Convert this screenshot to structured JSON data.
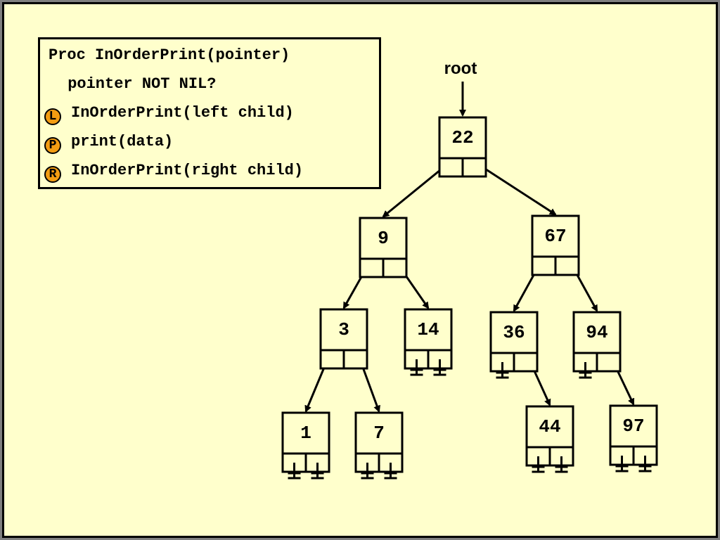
{
  "code": {
    "lines": [
      "Proc InOrderPrint(pointer)",
      " pointer NOT NIL?",
      "InOrderPrint(left child)",
      "print(data)",
      "InOrderPrint(right child)"
    ],
    "badges": [
      "L",
      "P",
      "R"
    ],
    "badge_color": "#f39c12"
  },
  "tree": {
    "root_label": "root",
    "nodes": [
      {
        "id": "n22",
        "value": "22",
        "left": "n9",
        "right": "n67"
      },
      {
        "id": "n9",
        "value": "9",
        "left": "n3",
        "right": "n14"
      },
      {
        "id": "n67",
        "value": "67",
        "left": "n36",
        "right": "n94"
      },
      {
        "id": "n3",
        "value": "3",
        "left": "n1",
        "right": "n7"
      },
      {
        "id": "n14",
        "value": "14",
        "left": null,
        "right": null
      },
      {
        "id": "n36",
        "value": "36",
        "left": null,
        "right": "n44"
      },
      {
        "id": "n94",
        "value": "94",
        "left": null,
        "right": "n97"
      },
      {
        "id": "n1",
        "value": "1",
        "left": null,
        "right": null
      },
      {
        "id": "n7",
        "value": "7",
        "left": null,
        "right": null
      },
      {
        "id": "n44",
        "value": "44",
        "left": null,
        "right": null
      },
      {
        "id": "n97",
        "value": "97",
        "left": null,
        "right": null
      }
    ]
  },
  "colors": {
    "background": "#ffffcc",
    "frame": "#808080",
    "ink": "#000000"
  }
}
